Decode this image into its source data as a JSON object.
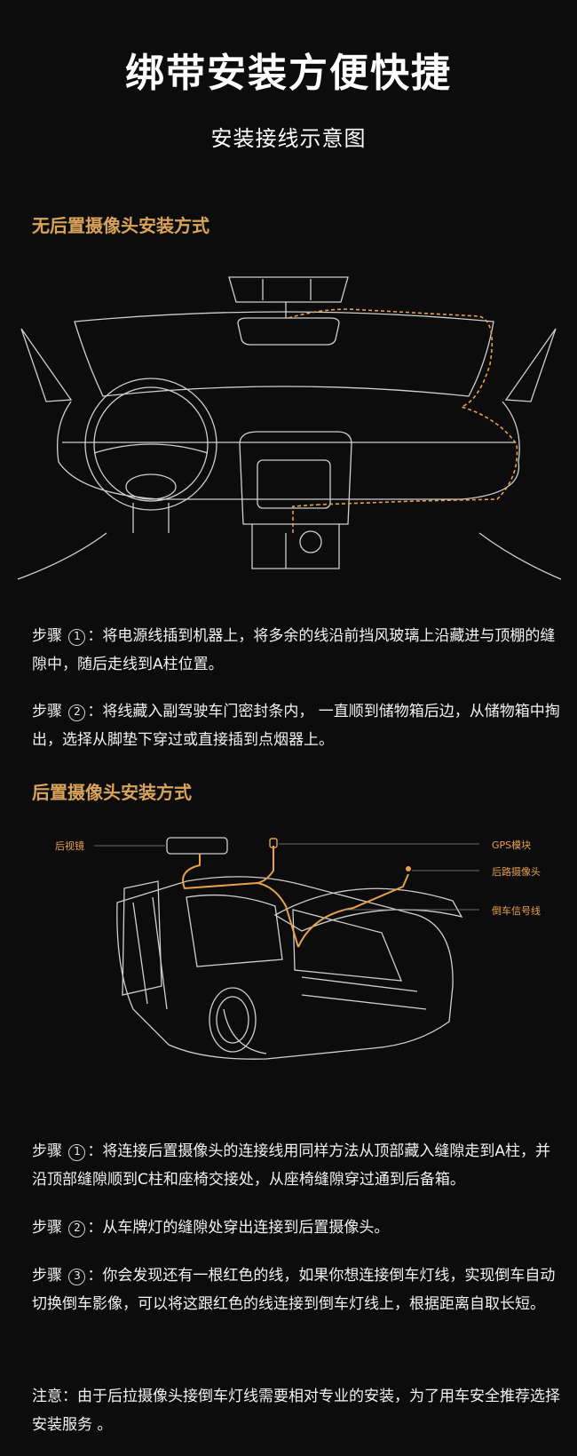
{
  "header": {
    "title": "绑带安装方便快捷",
    "subtitle": "安装接线示意图"
  },
  "section1": {
    "heading": "无后置摄像头安装方式",
    "steps": [
      {
        "label": "步骤",
        "num": "1",
        "text": "：将电源线插到机器上，将多余的线沿前挡风玻璃上沿藏进与顶棚的缝隙中，随后走线到A柱位置。"
      },
      {
        "label": "步骤",
        "num": "2",
        "text": "：将线藏入副驾驶车门密封条内， 一直顺到储物箱后边，从储物箱中掏出，选择从脚垫下穿过或直接插到点烟器上。"
      }
    ]
  },
  "section2": {
    "heading": "后置摄像头安装方式",
    "labels": {
      "rearview_mirror": "后视镜",
      "gps": "GPS模块",
      "rear_camera": "后路摄像头",
      "reverse_wire": "倒车信号线"
    },
    "steps": [
      {
        "label": "步骤",
        "num": "1",
        "text": "：将连接后置摄像头的连接线用同样方法从顶部藏入缝隙走到A柱，并沿顶部缝隙顺到C柱和座椅交接处，从座椅缝隙穿过通到后备箱。"
      },
      {
        "label": "步骤",
        "num": "2",
        "text": "：从车牌灯的缝隙处穿出连接到后置摄像头。"
      },
      {
        "label": "步骤",
        "num": "3",
        "text": "：你会发现还有一根红色的线，如果你想连接倒车灯线，实现倒车自动切换倒车影像，可以将这跟红色的线连接到倒车灯线上，根据距离自取长短。"
      }
    ],
    "note": "注意：由于后拉摄像头接倒车灯线需要相对专业的安装，为了用车安全推荐选择安装服务 。"
  },
  "colors": {
    "accent": "#d9a35a",
    "wire": "#e8a24a",
    "background": "#0c0c0c"
  }
}
